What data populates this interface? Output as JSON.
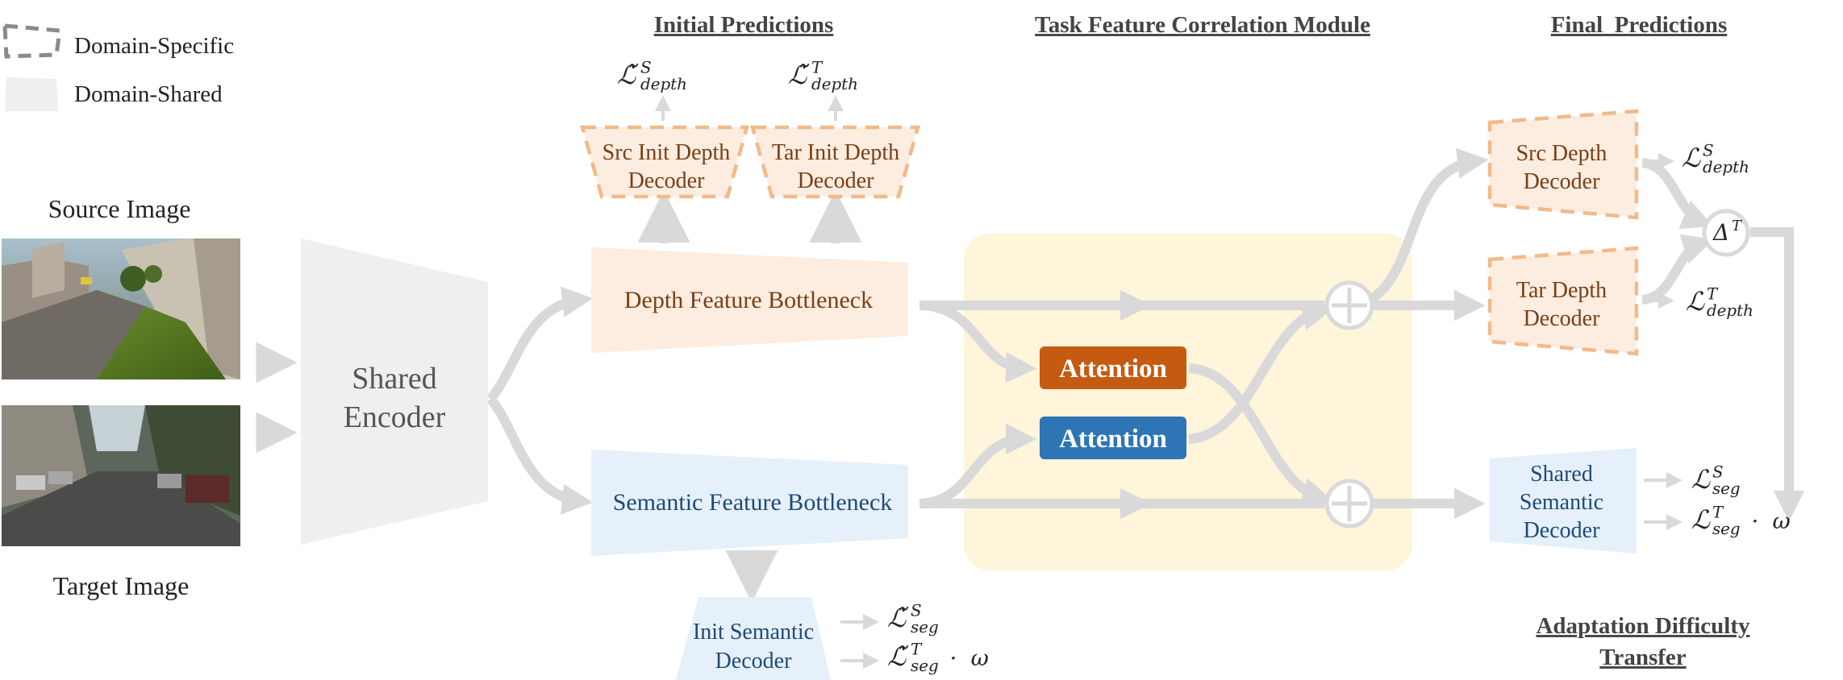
{
  "colors": {
    "arrow": "#d9d9d9",
    "shared_fill": "#efefef",
    "depth_fill": "#fcede0",
    "depth_dash": "#f2b98a",
    "semantic_fill": "#e6f0fa",
    "module_fill": "#fff5da",
    "attention_orange": "#c55a11",
    "attention_blue": "#2e75b6"
  },
  "legend": {
    "specific_label": "Domain-Specific",
    "shared_label": "Domain-Shared"
  },
  "headers": {
    "initial": "Initial Predictions",
    "module": "Task Feature Correlation Module",
    "final": "Final  Predictions",
    "difficulty_line1": "Adaptation Difficulty",
    "difficulty_line2": "Transfer"
  },
  "images": {
    "source_label": "Source Image",
    "target_label": "Target Image"
  },
  "encoder": {
    "line1": "Shared",
    "line2": "Encoder"
  },
  "bottlenecks": {
    "depth": "Depth Feature Bottleneck",
    "semantic": "Semantic Feature Bottleneck"
  },
  "init_decoders": {
    "src_depth": [
      "Src Init Depth",
      "Decoder"
    ],
    "tar_depth": [
      "Tar Init Depth",
      "Decoder"
    ],
    "semantic": [
      "Init Semantic",
      "Decoder"
    ]
  },
  "attention": {
    "top": "Attention",
    "bottom": "Attention"
  },
  "final_decoders": {
    "src_depth": [
      "Src Depth",
      "Decoder"
    ],
    "tar_depth": [
      "Tar Depth",
      "Decoder"
    ],
    "semantic": [
      "Shared",
      "Semantic",
      "Decoder"
    ]
  },
  "losses": {
    "init_depth_src": {
      "base": "ℒ̃",
      "sub": "depth",
      "sup": "S"
    },
    "init_depth_tar": {
      "base": "ℒ̃",
      "sub": "depth",
      "sup": "T"
    },
    "init_seg_src": {
      "base": "ℒ̃",
      "sub": "seg",
      "sup": "S"
    },
    "init_seg_tar": {
      "base": "ℒ̃",
      "sub": "seg",
      "sup": "T",
      "suffix": "·  ω"
    },
    "final_depth_src": {
      "base": "ℒ",
      "sub": "depth",
      "sup": "S"
    },
    "final_depth_tar": {
      "base": "ℒ",
      "sub": "depth",
      "sup": "T"
    },
    "final_seg_src": {
      "base": "ℒ",
      "sub": "seg",
      "sup": "S"
    },
    "final_seg_tar": {
      "base": "ℒ",
      "sub": "seg",
      "sup": "T",
      "suffix": "·  ω"
    },
    "delta": {
      "base": "Δ",
      "sup": "T"
    }
  }
}
